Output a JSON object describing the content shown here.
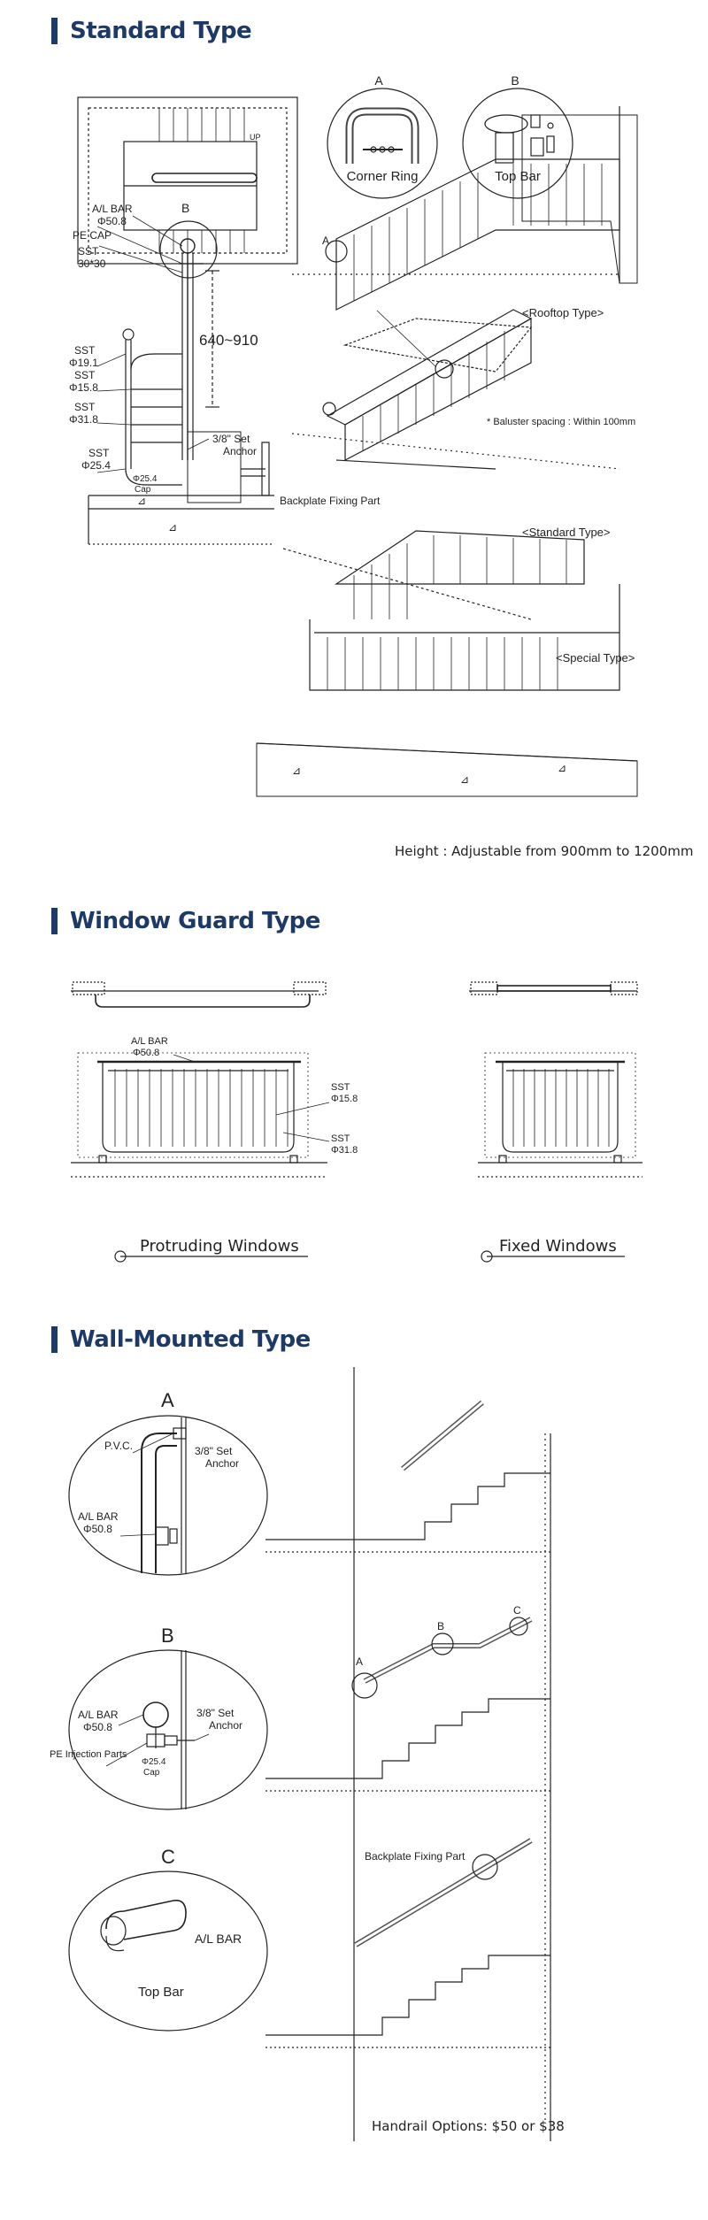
{
  "sections": {
    "standard": {
      "title": "Standard Type",
      "detail_a_letter": "A",
      "detail_a_label": "Corner Ring",
      "detail_b_letter": "B",
      "detail_b_label": "Top Bar",
      "up_label": "UP",
      "section_b_letter": "B",
      "al_bar": "A/L BAR",
      "al_bar_dia": "Φ50.8",
      "pe_cap": "PE CAP",
      "sst_a": "SST",
      "sst_a_size": "30*30",
      "height_range": "640~910",
      "sst_191": "SST",
      "sst_191_dia": "Φ19.1",
      "sst_158": "SST",
      "sst_158_dia": "Φ15.8",
      "sst_318": "SST",
      "sst_318_dia": "Φ31.8",
      "sst_254": "SST",
      "sst_254_dia": "Φ25.4",
      "cap_dia": "Φ25.4",
      "cap_label": "Cap",
      "set_anchor_1": "3/8\" Set",
      "set_anchor_2": "Anchor",
      "stair_a_letter": "A",
      "rooftop_label": "<Rooftop Type>",
      "baluster_note": "* Baluster spacing : Within 100mm",
      "backplate_label": "Backplate Fixing Part",
      "standard_label": "<Standard Type>",
      "special_label": "<Special Type>",
      "height_note": "Height : Adjustable from 900mm to 1200mm"
    },
    "window": {
      "title": "Window Guard Type",
      "al_bar": "A/L BAR",
      "al_bar_dia": "Φ50.8",
      "sst1": "SST",
      "sst1_dia": "Φ15.8",
      "sst2": "SST",
      "sst2_dia": "Φ31.8",
      "protruding": "Protruding Windows",
      "fixed": "Fixed Windows"
    },
    "wall": {
      "title": "Wall-Mounted Type",
      "a_letter": "A",
      "a_pvc": "P.V.C.",
      "a_anchor_1": "3/8\" Set",
      "a_anchor_2": "Anchor",
      "a_albar": "A/L BAR",
      "a_albar_dia": "Φ50.8",
      "b_letter": "B",
      "b_albar": "A/L BAR",
      "b_albar_dia": "Φ50.8",
      "b_anchor_1": "3/8\" Set",
      "b_anchor_2": "Anchor",
      "b_pe": "PE Injection Parts",
      "b_cap_dia": "Φ25.4",
      "b_cap": "Cap",
      "c_letter": "C",
      "c_albar": "A/L BAR",
      "c_topbar": "Top Bar",
      "stair_a": "A",
      "stair_b": "B",
      "stair_c": "C",
      "backplate_label": "Backplate Fixing Part",
      "handrail_note": "Handrail Options: $50 or $38"
    }
  },
  "colors": {
    "accent": "#1d3a66",
    "line": "#222222"
  }
}
